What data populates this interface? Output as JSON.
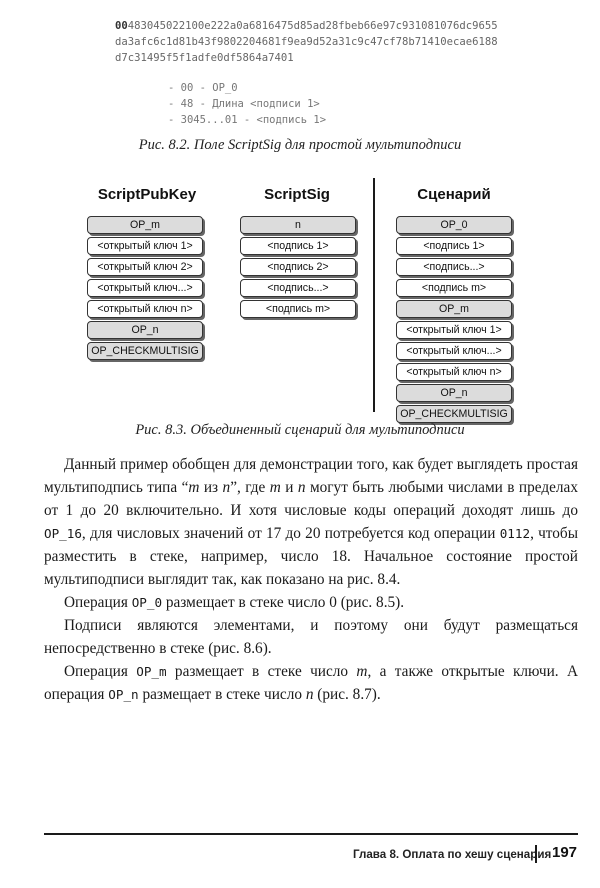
{
  "hex": {
    "line1_prefix": "00",
    "line1_rest": "483045022100e222a0a6816475d85ad28fbeb66e97c931081076dc9655",
    "line2": "da3afc6c1d81b43f9802204681f9ea9d52a31c9c47cf78b71410ecae6188",
    "line3": "d7c31495f5f1adfe0df5864a7401"
  },
  "legend": [
    "- 00 - OP_0",
    "- 48 - Длина <подписи 1>",
    "- 3045...01 - <подпись 1>"
  ],
  "fig82_caption": "Рис. 8.2. Поле ScriptSig для простой мультиподписи",
  "diagram": {
    "pubkey": {
      "title": "ScriptPubKey",
      "cells": [
        {
          "label": "OP_m",
          "op": true
        },
        {
          "label": "<открытый ключ 1>",
          "op": false
        },
        {
          "label": "<открытый ключ 2>",
          "op": false
        },
        {
          "label": "<открытый ключ...>",
          "op": false
        },
        {
          "label": "<открытый ключ n>",
          "op": false
        },
        {
          "label": "OP_n",
          "op": true
        },
        {
          "label": "OP_CHECKMULTISIG",
          "op": true
        }
      ]
    },
    "sig": {
      "title": "ScriptSig",
      "cells": [
        {
          "label": "n",
          "op": true
        },
        {
          "label": "<подпись 1>",
          "op": false
        },
        {
          "label": "<подпись 2>",
          "op": false
        },
        {
          "label": "<подпись...>",
          "op": false
        },
        {
          "label": "<подпись m>",
          "op": false
        }
      ]
    },
    "combined": {
      "title": "Сценарий",
      "cells": [
        {
          "label": "OP_0",
          "op": true
        },
        {
          "label": "<подпись 1>",
          "op": false
        },
        {
          "label": "<подпись...>",
          "op": false
        },
        {
          "label": "<подпись m>",
          "op": false
        },
        {
          "label": "OP_m",
          "op": true
        },
        {
          "label": "<открытый ключ 1>",
          "op": false
        },
        {
          "label": "<открытый ключ...>",
          "op": false
        },
        {
          "label": "<открытый ключ n>",
          "op": false
        },
        {
          "label": "OP_n",
          "op": true
        },
        {
          "label": "OP_CHECKMULTISIG",
          "op": true
        }
      ]
    }
  },
  "fig83_caption": "Рис. 8.3. Объединенный сценарий для мультиподписи",
  "body": {
    "p1": {
      "a": "Данный пример обобщен для демонстрации того, как будет выглядеть простая мультиподпись типа “",
      "m1": "m",
      "b": " из ",
      "n1": "n",
      "c": "”, где ",
      "m2": "m",
      "d": " и ",
      "n2": "n",
      "e": " могут быть любыми числами в пределах от 1 до 20 включительно. И хотя числовые коды операций доходят лишь до ",
      "code1": "OP_16",
      "f": ", для числовых значений от 17 до 20 потребуется код операции ",
      "code2": "0112",
      "g": ", чтобы разместить в стеке, например, число 18. Начальное состояние простой мультиподписи выглядит так, как показано на рис. 8.4."
    },
    "p2": {
      "a": "Операция ",
      "code": "OP_0",
      "b": " размещает в стеке число 0 (рис. 8.5)."
    },
    "p3": "Подписи являются элементами, и поэтому они будут размещаться непосредственно в стеке (рис. 8.6).",
    "p4": {
      "a": "Операция ",
      "code1": "OP_m",
      "b": " размещает в стеке число ",
      "m": "m",
      "c": ", а также открытые ключи. А операция ",
      "code2": "OP_n",
      "d": " размещает в стеке число ",
      "n": "n",
      "e": " (рис. 8.7)."
    }
  },
  "footer": {
    "chapter": "Глава 8. Оплата по хешу сценария",
    "page": "197"
  }
}
